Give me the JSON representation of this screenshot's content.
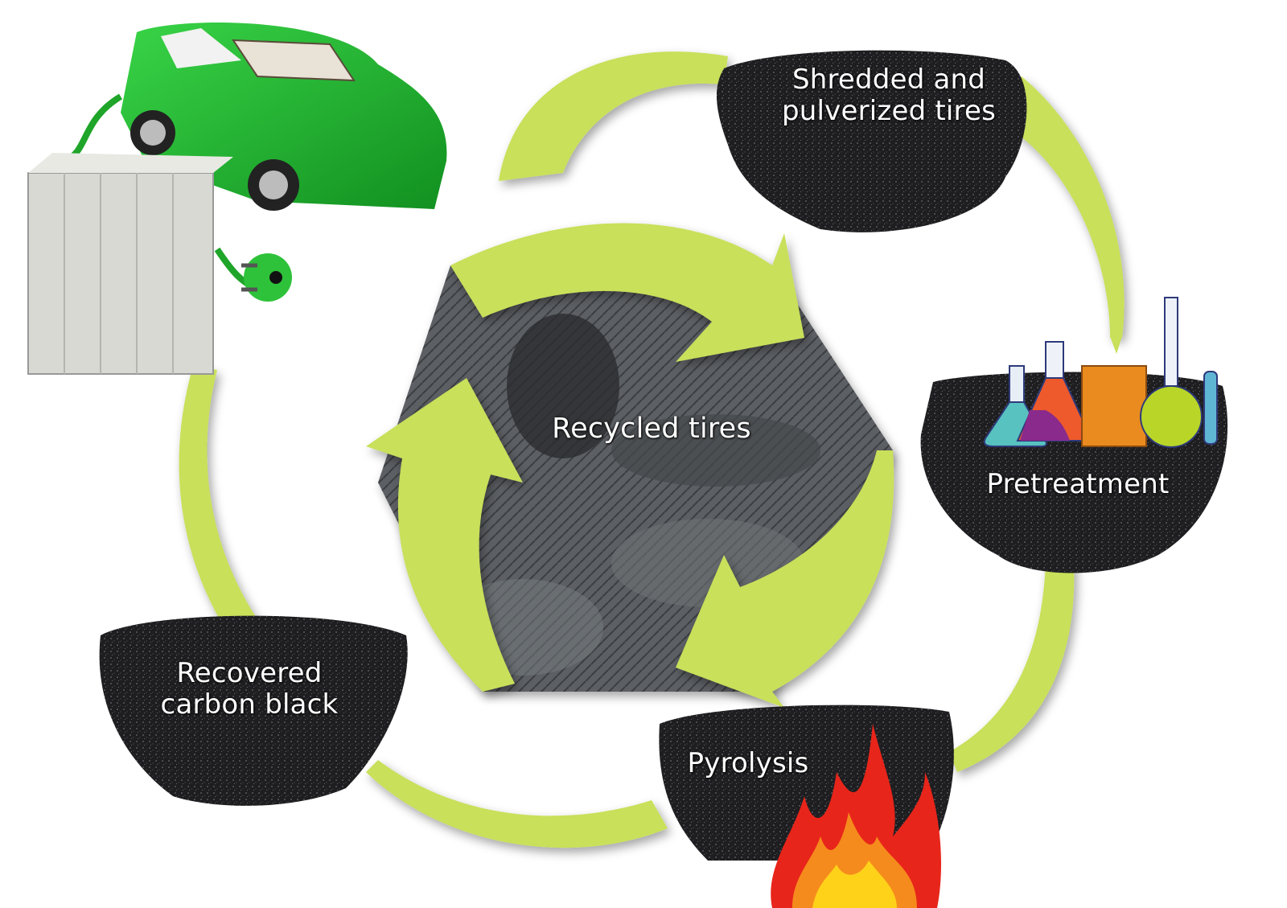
{
  "diagram": {
    "type": "cycle",
    "title": "",
    "center": {
      "label": "Recycled tires",
      "icon": "recycle-arrows-icon"
    },
    "stages": [
      {
        "id": "shredded",
        "label_line1": "Shredded and",
        "label_line2": "pulverized tires",
        "icon": "rubber-powder-pile"
      },
      {
        "id": "pretreatment",
        "label": "Pretreatment",
        "icon": "lab-glassware-icon"
      },
      {
        "id": "pyrolysis",
        "label": "Pyrolysis",
        "icon": "flame-icon"
      },
      {
        "id": "carbon",
        "label_line1": "Recovered",
        "label_line2": "carbon black",
        "icon": "carbon-granules-pile"
      },
      {
        "id": "application",
        "label": "",
        "icon": "electric-car-battery-icon"
      }
    ],
    "flow": [
      "shredded",
      "pretreatment",
      "pyrolysis",
      "carbon",
      "application",
      "shredded"
    ]
  },
  "colors": {
    "arrow_green": "#c8e05a",
    "arrow_green_dark": "#a9c53b",
    "carbon_dark": "#1f1f22",
    "car_green": "#1fb52c",
    "flask_teal": "#58c2c0",
    "flask_red": "#ee5a2c",
    "flask_purple": "#8a2a8c",
    "beaker_orange": "#e98b1e",
    "flask_lime": "#b9d628",
    "flame_red": "#e8251a",
    "flame_yellow": "#ffd21a"
  }
}
